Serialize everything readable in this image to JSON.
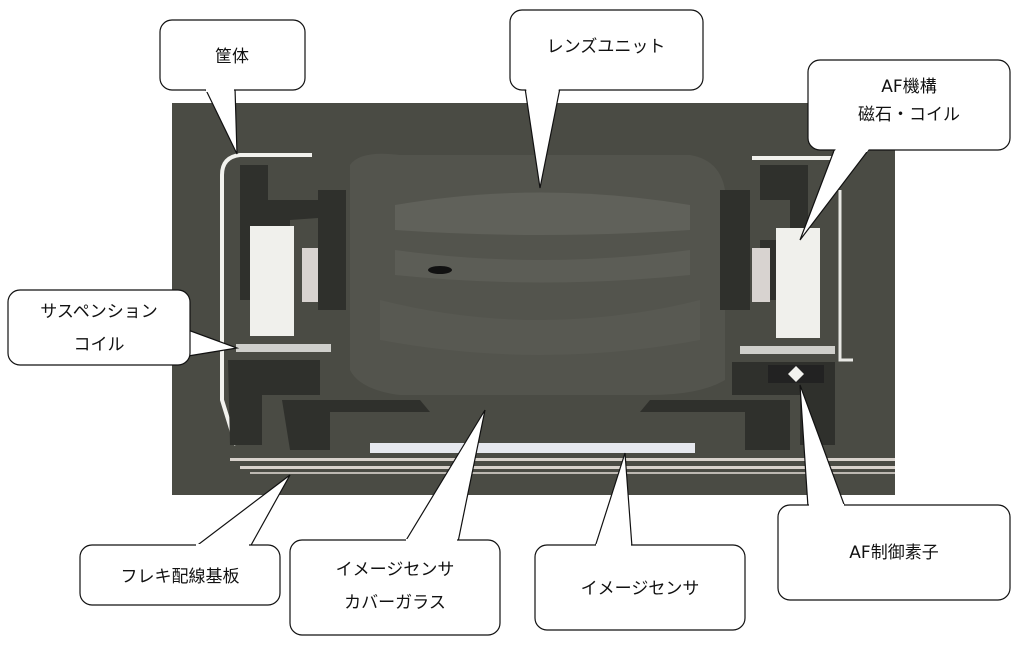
{
  "labels": {
    "housing": "筐体",
    "lens_unit": "レンズユニット",
    "af_mechanism": "AF機構",
    "af_mechanism_sub": "磁石・コイル",
    "suspension_coil_1": "サスペンション",
    "suspension_coil_2": "コイル",
    "flex_board": "フレキ配線基板",
    "cover_glass_1": "イメージセンサ",
    "cover_glass_2": "カバーガラス",
    "image_sensor": "イメージセンサ",
    "af_driver": "AF制御素子"
  },
  "colors": {
    "photo_base": "#4a4b44",
    "photo_dark": "#2f302c",
    "photo_light": "#5a5b54",
    "metal": "#f2f2ee"
  }
}
